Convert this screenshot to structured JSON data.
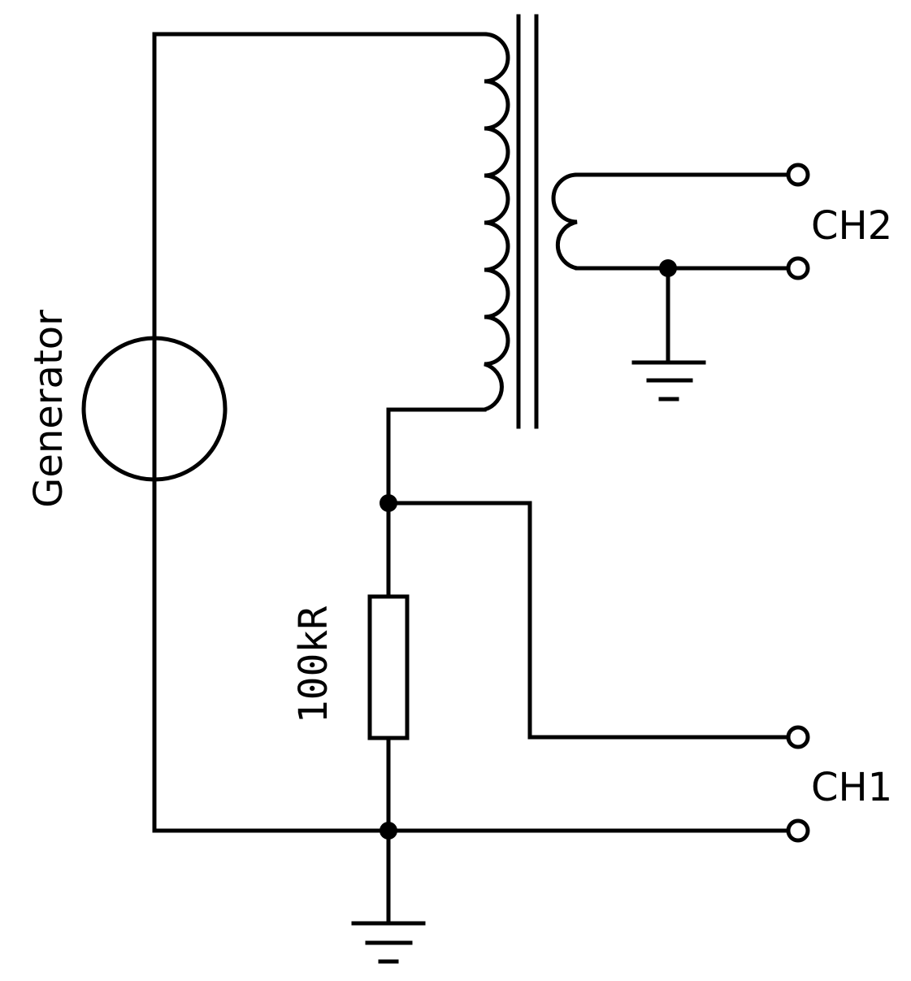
{
  "labels": {
    "generator": "Generator",
    "resistor": "100kR",
    "ch1": "CH1",
    "ch2": "CH2"
  },
  "colors": {
    "ink": "#000000",
    "background": "#ffffff"
  }
}
